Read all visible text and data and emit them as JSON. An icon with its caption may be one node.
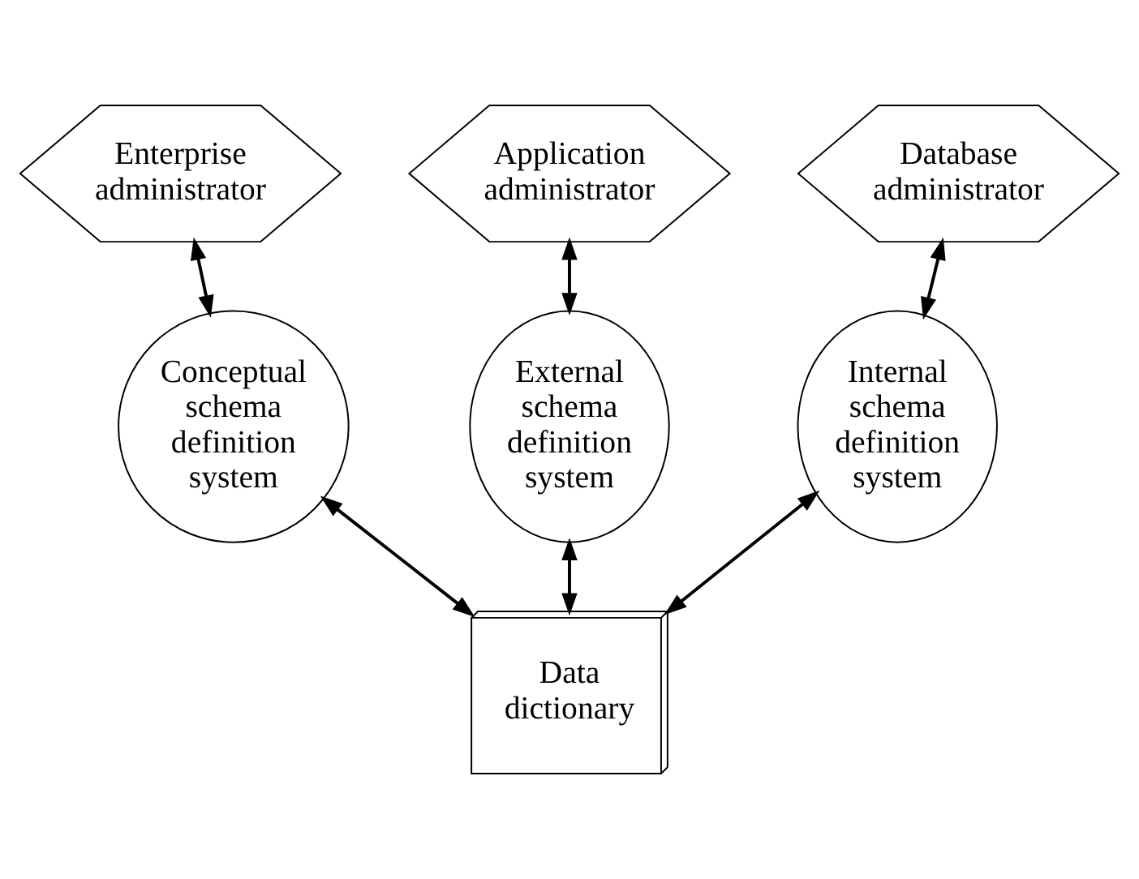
{
  "diagram": {
    "nodes": [
      {
        "text": [
          "Enterprise administrator"
        ]
      },
      {
        "text": [
          "Application administrator"
        ]
      },
      {
        "text": [
          "Database administrator"
        ]
      },
      {
        "text": [
          "Conceptual schema definition system"
        ]
      },
      {
        "text": [
          "External schema definition system"
        ]
      },
      {
        "text": [
          "Internal schema definition system"
        ]
      },
      {
        "text": [
          "Data dictionary"
        ]
      }
    ],
    "edges": [
      {
        "from": 0,
        "to": 3,
        "arrow": "both"
      },
      {
        "from": 1,
        "to": 4,
        "arrow": "both"
      },
      {
        "from": 2,
        "to": 5,
        "arrow": "both"
      },
      {
        "from": 3,
        "to": 6,
        "arrow": "both"
      },
      {
        "from": 4,
        "to": 6,
        "arrow": "both"
      },
      {
        "from": 5,
        "to": 6,
        "arrow": "both"
      }
    ]
  }
}
